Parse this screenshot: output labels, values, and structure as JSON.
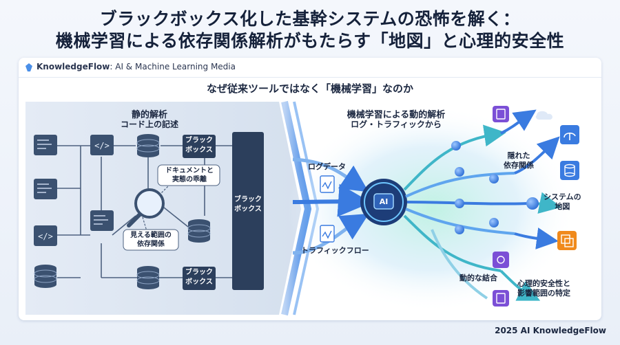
{
  "title": {
    "line1": "ブラックボックス化した基幹システムの恐怖を解く：",
    "line2": "機械学習による依存関係解析がもたらす「地図」と心理的安全性"
  },
  "brand": {
    "name": "KnowledgeFlow",
    "tagline": ": AI & Machine Learning Media"
  },
  "subtitle": "なぜ従来ツールではなく「機械学習」なのか",
  "left_panel": {
    "heading": "静的解析",
    "subheading": "コード上の記述",
    "blackbox_top": "ブラック\nボックス",
    "blackbox_bottom": "ブラック\nボックス",
    "blackbox_tall": "ブラック\nボックス",
    "callout_gap": "ドキュメントと\n実態の乖離",
    "callout_visible": "見える範囲の\n依存関係"
  },
  "right_panel": {
    "heading": "機械学習による動的解析",
    "subheading": "ログ・トラフィックから",
    "log_data": "ログデータ",
    "traffic_flow": "トラフィックフロー",
    "ai_label": "AI",
    "hidden_deps": "隠れた\n依存関係",
    "system_map": "システムの\n地図",
    "dynamic_coupling": "動的な結合",
    "psych_safety": "心理的安全性と\n影響範囲の特定"
  },
  "footer": "2025 AI KnowledgeFlow",
  "colors": {
    "dark_box": "#2c3f5c",
    "node_blue": "#3a7be0",
    "accent_purple": "#7b4fd6",
    "accent_orange": "#f08a1c",
    "flow_teal": "#3fc0c8"
  }
}
